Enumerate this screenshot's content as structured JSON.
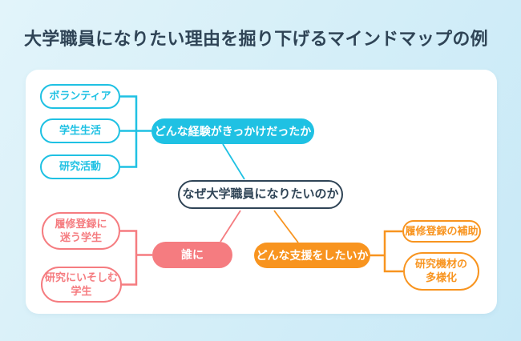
{
  "title": "大学職員になりたい理由を掘り下げるマインドマップの例",
  "colors": {
    "cyan": "#1FC1E3",
    "red": "#F57C80",
    "orange": "#F8941F",
    "navy": "#2F4456",
    "card": "#FFFFFF",
    "bg_top": "#E2F4FA",
    "bg_bottom": "#C8E9F7"
  },
  "mindmap": {
    "center": {
      "label": "なぜ大学職員になりたいのか"
    },
    "branches": [
      {
        "id": "experience",
        "label": "どんな経験がきっかけだったか",
        "color": "#1FC1E3",
        "children": [
          "ボランティア",
          "学生生活",
          "研究活動"
        ]
      },
      {
        "id": "who",
        "label": "誰に",
        "color": "#F57C80",
        "children": [
          "履修登録に\n迷う学生",
          "研究にいそしむ\n学生"
        ]
      },
      {
        "id": "support",
        "label": "どんな支援をしたいか",
        "color": "#F8941F",
        "children": [
          "履修登録の補助",
          "研究機材の\n多様化"
        ]
      }
    ]
  }
}
